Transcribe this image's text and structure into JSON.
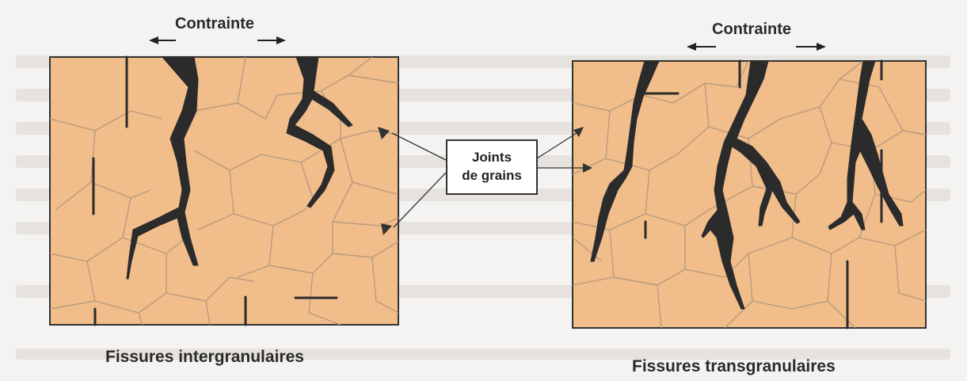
{
  "diagram": {
    "left_panel": {
      "stress_label": "Contrainte",
      "caption": "Fissures intergranulaires",
      "fill_color": "#f1bd8a"
    },
    "right_panel": {
      "stress_label": "Contrainte",
      "caption": "Fissures transgranulaires",
      "fill_color": "#f1bd8a"
    },
    "callout": {
      "line1": "Joints",
      "line2": "de grains"
    },
    "crack_color": "#2b2b2b",
    "grain_boundary_color": "#b89a80"
  }
}
